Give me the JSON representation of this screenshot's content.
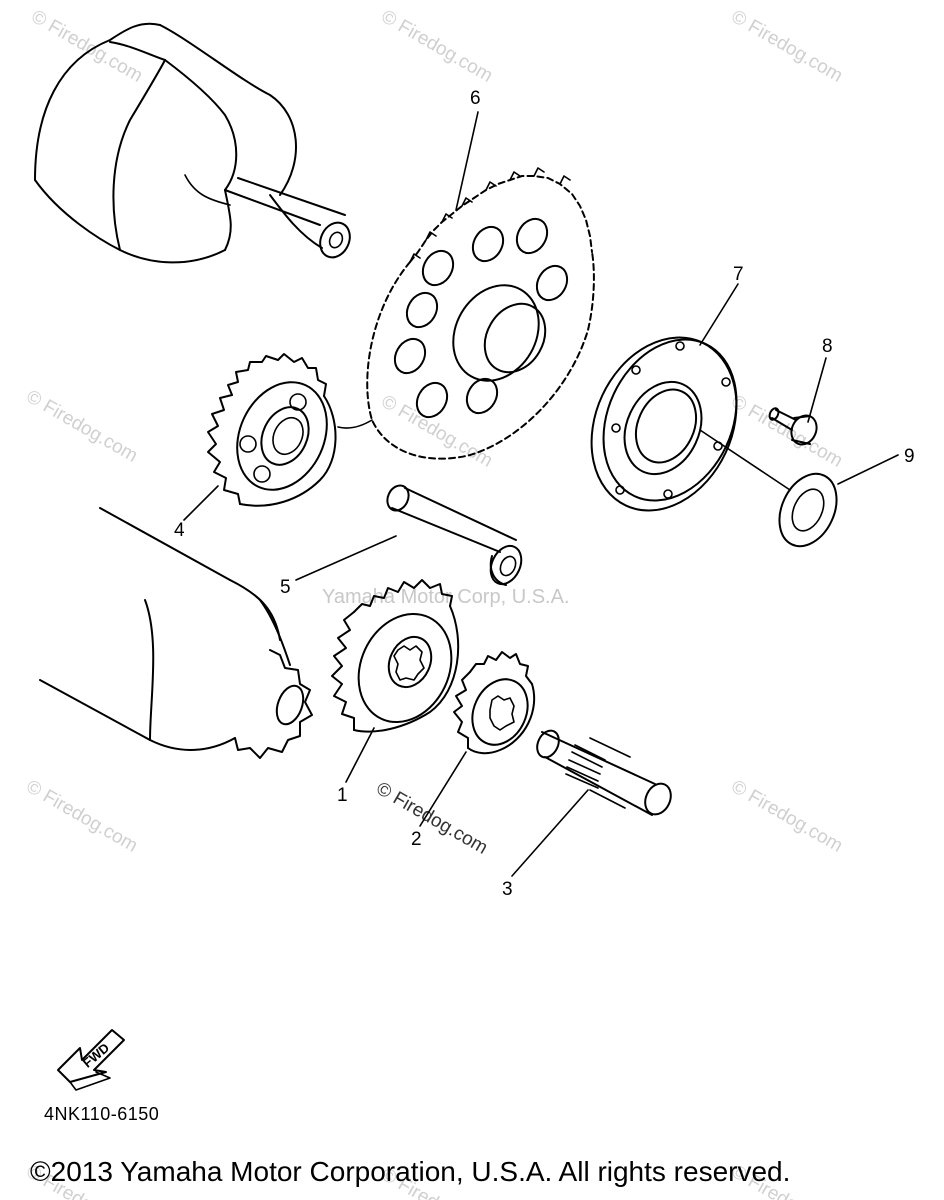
{
  "callouts": [
    "1",
    "2",
    "3",
    "4",
    "5",
    "6",
    "7",
    "8",
    "9"
  ],
  "diagram_code": "4NK110-6150",
  "fwd_arrow_label": "FWD",
  "watermark_text": "© Firedog.com",
  "center_watermark": "Yamaha Motor Corp, U.S.A.",
  "copyright": "©2013 Yamaha Motor Corporation, U.S.A. All rights reserved."
}
